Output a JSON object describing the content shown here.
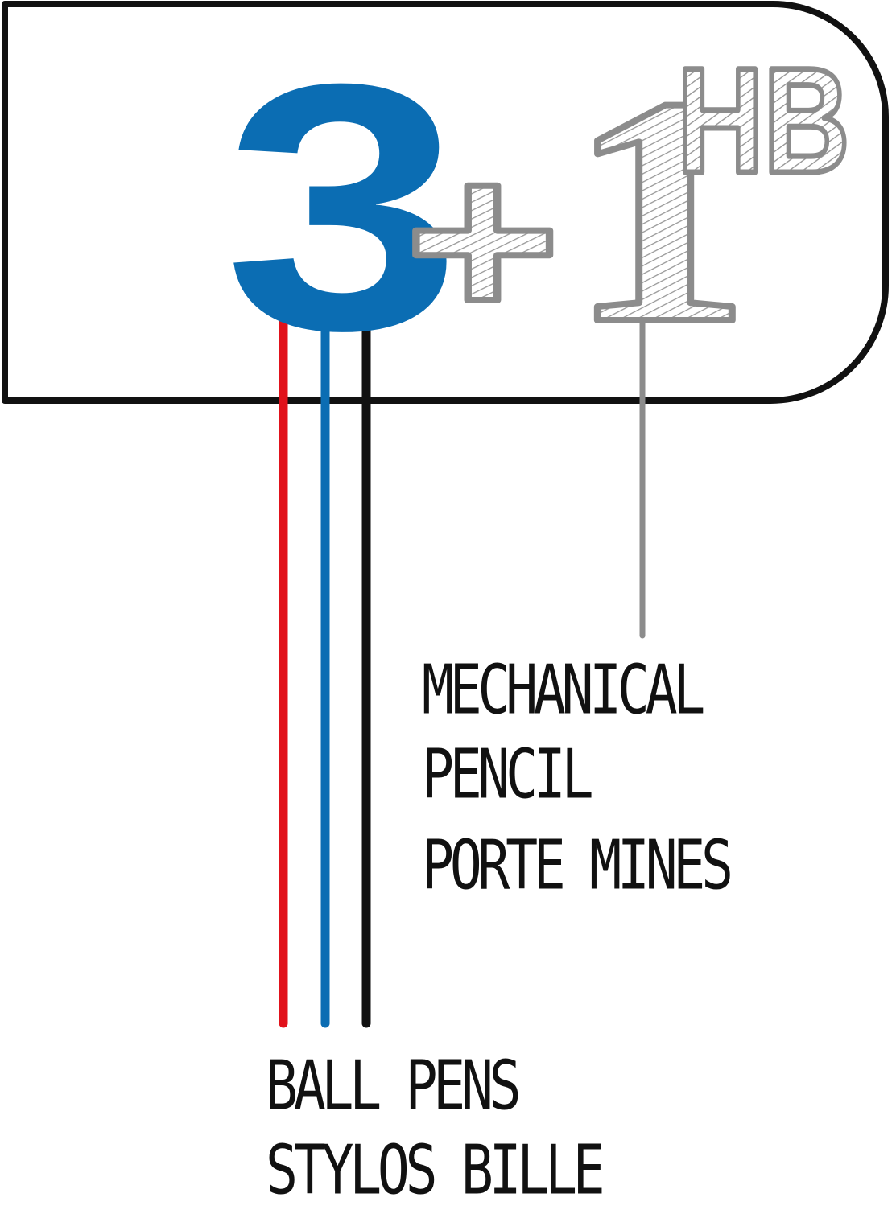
{
  "logo": {
    "main_number": "3",
    "plus_sign": "+",
    "pencil_number": "1",
    "pencil_grade": "HB"
  },
  "mechanical_pencil": {
    "label_en_line1": "MECHANICAL",
    "label_en_line2": "PENCIL",
    "label_fr": "PORTE MINES"
  },
  "ball_pens": {
    "label_en": "BALL PENS",
    "label_fr": "STYLOS BILLE"
  },
  "colors": {
    "blue": "#0b6db3",
    "red": "#e1121b",
    "black": "#111111",
    "gray": "#8c8c8c"
  }
}
